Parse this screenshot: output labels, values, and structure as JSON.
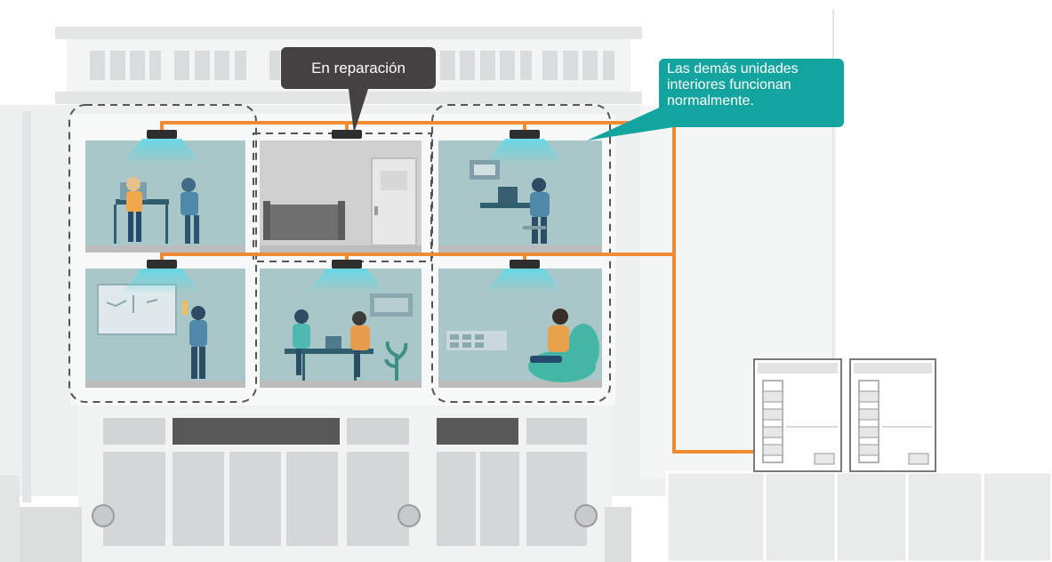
{
  "diagram": {
    "repair_label": "En reparación",
    "normal_label": [
      "Las demás unidades",
      "interiores funcionan",
      "normalmente."
    ],
    "icons": {
      "indoor_unit": "ceiling-cassette-icon",
      "outdoor_unit": "outdoor-condenser-icon",
      "refrigerant_pipe": "refrigerant-pipe-line"
    },
    "rooms": [
      {
        "id": "room-office-top-left",
        "floor": "upper",
        "status": "normal"
      },
      {
        "id": "room-storage-top-center",
        "floor": "upper",
        "status": "repair"
      },
      {
        "id": "room-office-top-right",
        "floor": "upper",
        "status": "normal"
      },
      {
        "id": "room-whiteboard-bottom-left",
        "floor": "lower",
        "status": "normal"
      },
      {
        "id": "room-meeting-bottom-center",
        "floor": "lower",
        "status": "normal"
      },
      {
        "id": "room-lounge-bottom-right",
        "floor": "lower",
        "status": "normal"
      }
    ],
    "colors": {
      "pipe": "#f08a33",
      "room_bg": "#a9c7c8",
      "repair_room_bg": "#cfcfcf",
      "airflow": "#5fd9e6",
      "callout_dark": "#444142",
      "callout_teal": "#14a4a0",
      "building": "#f2f3f3"
    }
  }
}
